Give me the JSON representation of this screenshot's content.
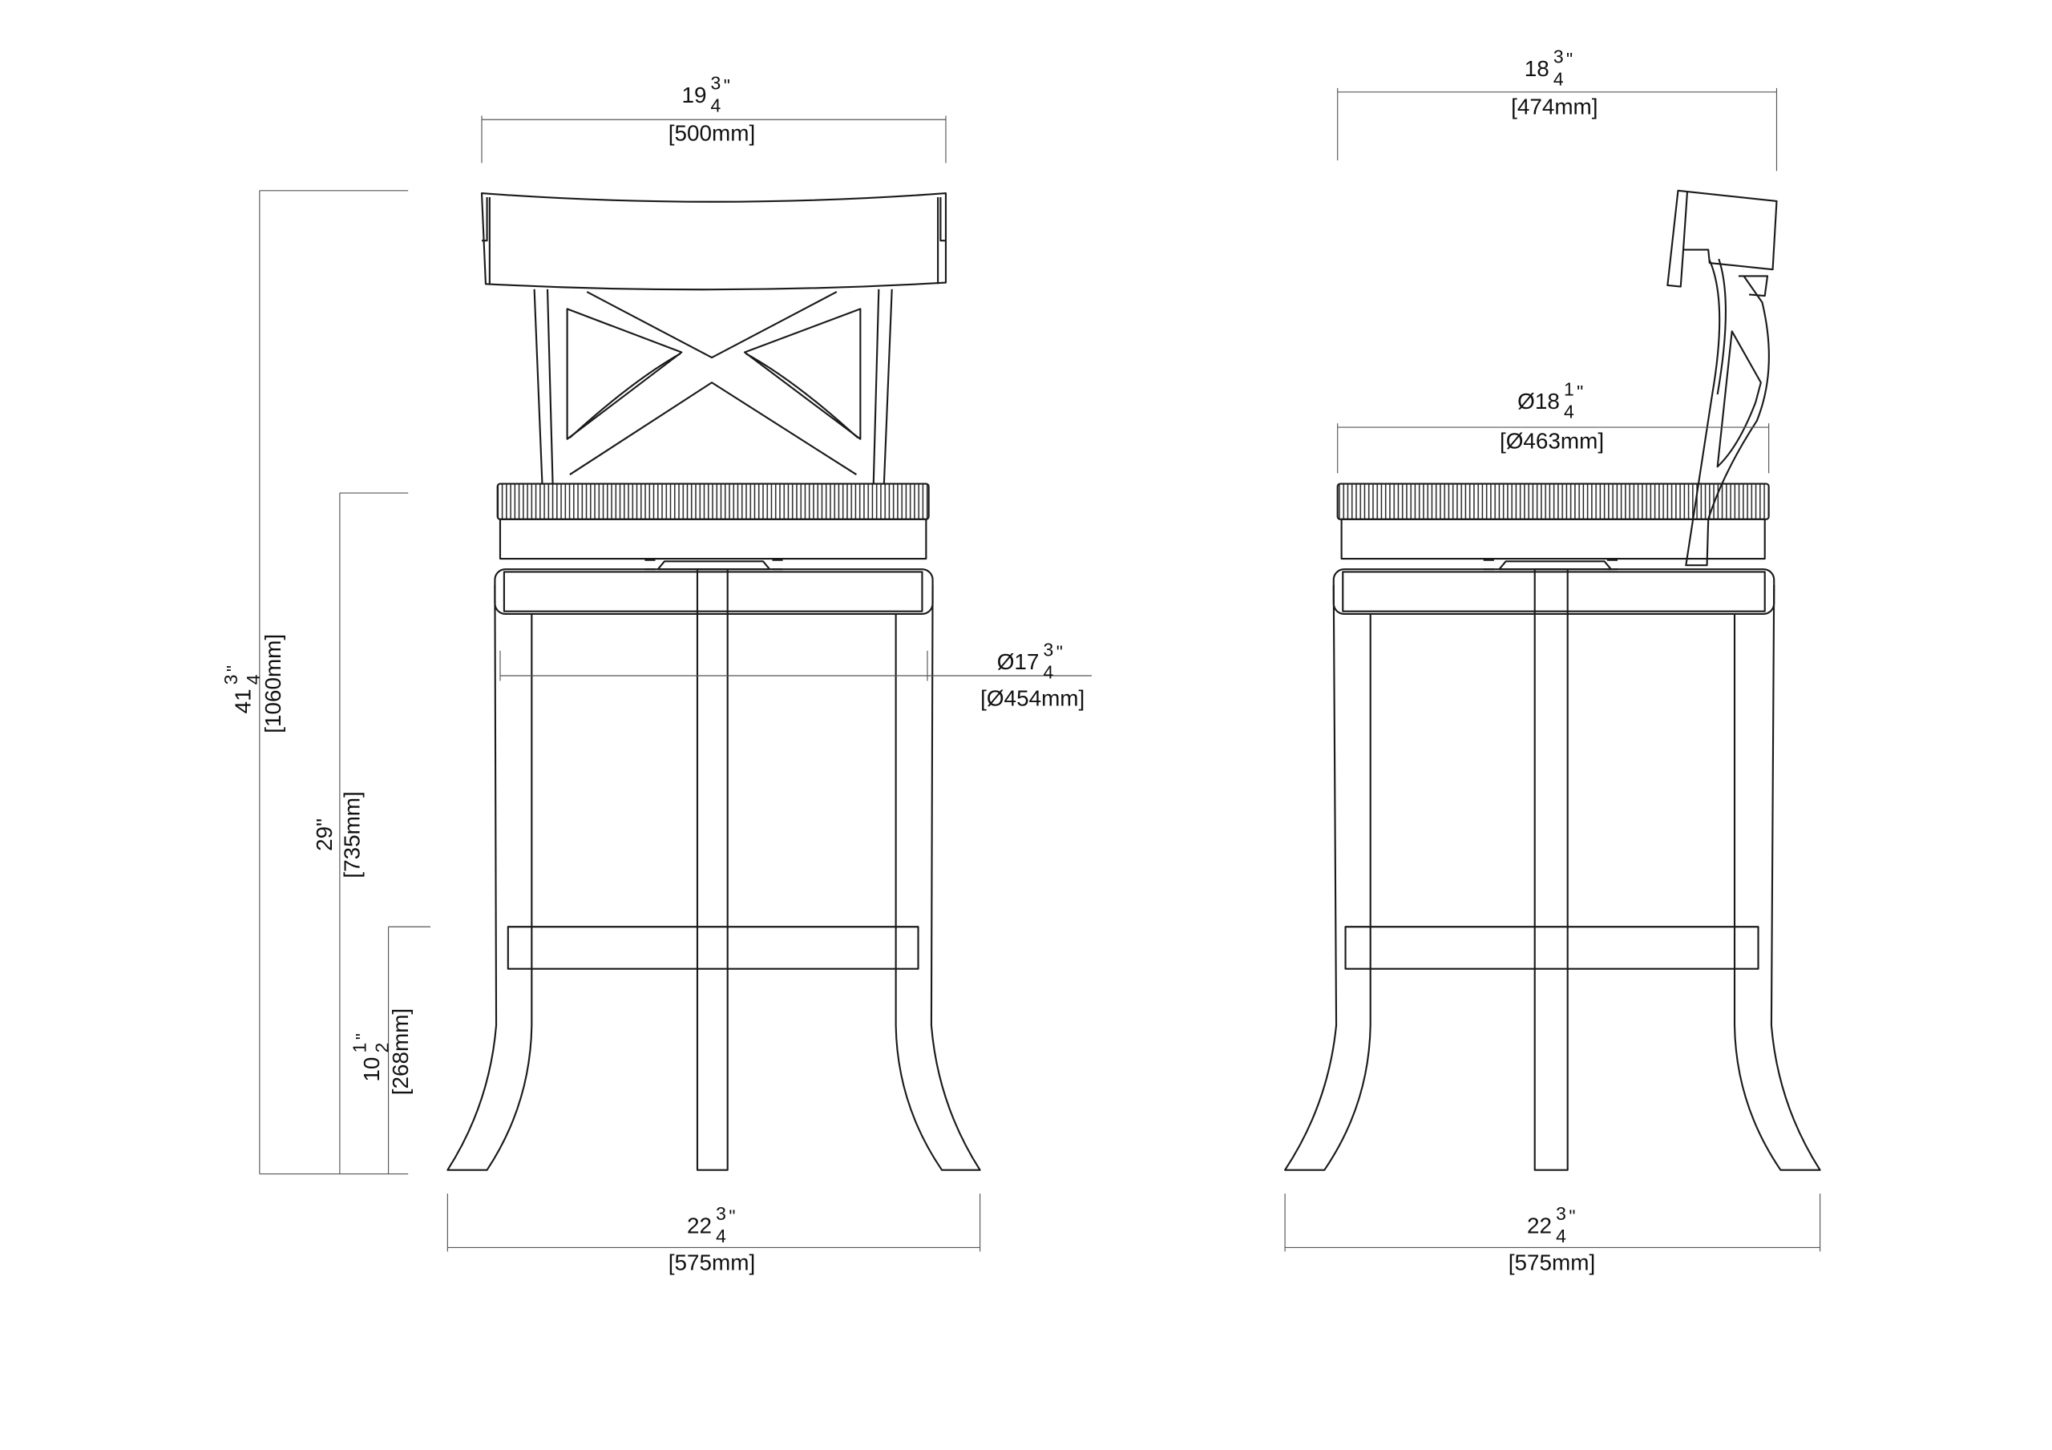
{
  "drawing": {
    "front_view": {
      "backrest_width": {
        "whole": "19",
        "num": "3",
        "den": "4",
        "unit": "\"",
        "metric": "[500mm]"
      },
      "frame_diameter": {
        "whole": "Ø17",
        "num": "3",
        "den": "4",
        "unit": "\"",
        "metric": "[Ø454mm]"
      },
      "base_width": {
        "whole": "22",
        "num": "3",
        "den": "4",
        "unit": "\"",
        "metric": "[575mm]"
      },
      "overall_height": {
        "whole": "41",
        "num": "3",
        "den": "4",
        "unit": "\"",
        "metric": "[1060mm]"
      },
      "seat_height": {
        "text": "29\"",
        "metric": "[735mm]"
      },
      "footrest_height": {
        "whole": "10",
        "num": "1",
        "den": "2",
        "unit": "\"",
        "metric": "[268mm]"
      }
    },
    "side_view": {
      "depth": {
        "whole": "18",
        "num": "3",
        "den": "4",
        "unit": "\"",
        "metric": "[474mm]"
      },
      "seat_diameter": {
        "whole": "Ø18",
        "num": "1",
        "den": "4",
        "unit": "\"",
        "metric": "[Ø463mm]"
      },
      "base_width": {
        "whole": "22",
        "num": "3",
        "den": "4",
        "unit": "\"",
        "metric": "[575mm]"
      }
    }
  }
}
